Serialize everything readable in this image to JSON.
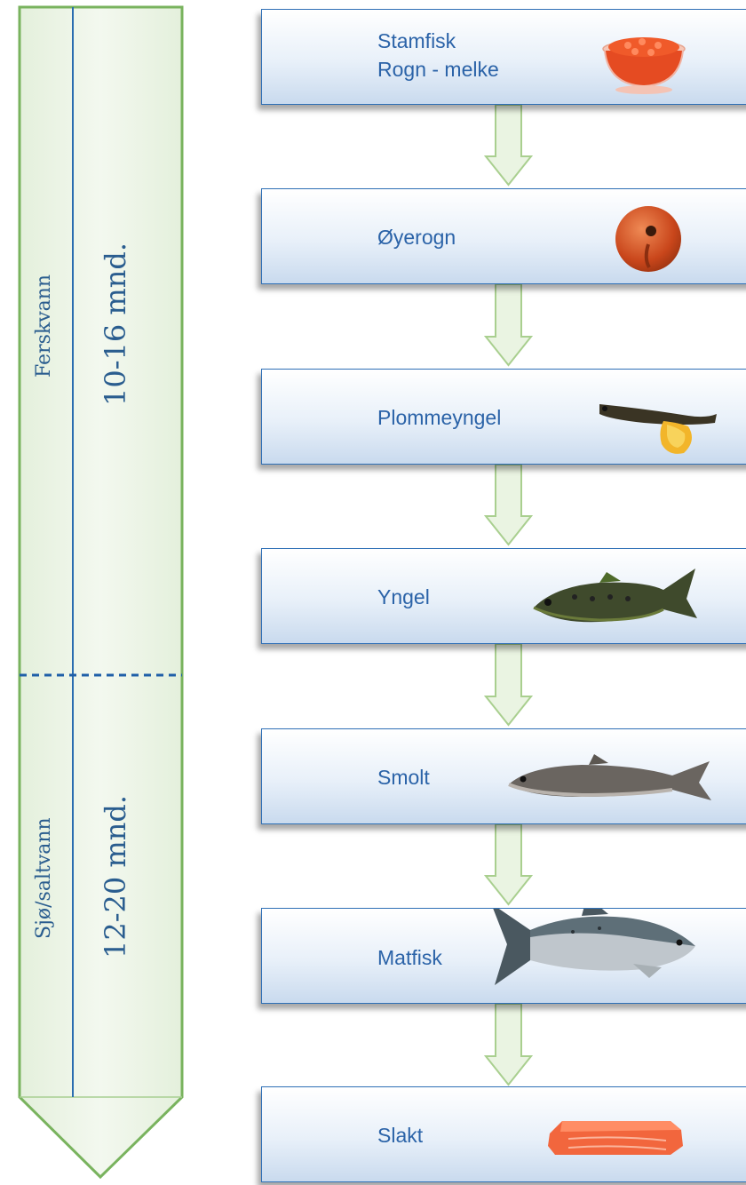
{
  "timeline": {
    "freshwater": {
      "name": "Ferskvann",
      "duration": "10-16 mnd."
    },
    "saltwater": {
      "name": "Sjø/saltvann",
      "duration": "12-20 mnd."
    },
    "colors": {
      "outline": "#79b35e",
      "fill": "#e9f3e2",
      "centerline": "#2a6db0",
      "divider": "#1f5fa8"
    }
  },
  "stages": [
    {
      "line1": "Stamfisk",
      "line2": "Rogn - melke",
      "icon": "roe-bowl-icon"
    },
    {
      "line1": "Øyerogn",
      "line2": "",
      "icon": "eyed-egg-icon"
    },
    {
      "line1": "Plommeyngel",
      "line2": "",
      "icon": "yolk-sac-fry-icon"
    },
    {
      "line1": "Yngel",
      "line2": "",
      "icon": "fry-fish-icon"
    },
    {
      "line1": "Smolt",
      "line2": "",
      "icon": "smolt-fish-icon"
    },
    {
      "line1": "Matfisk",
      "line2": "",
      "icon": "salmon-fish-icon"
    },
    {
      "line1": "Slakt",
      "line2": "",
      "icon": "salmon-fillet-icon"
    }
  ],
  "colors": {
    "stage_border": "#2e6fb6",
    "stage_text": "#2b63a8",
    "arrow_outline": "#a9cf8f",
    "arrow_fill": "#eaf4e2"
  }
}
